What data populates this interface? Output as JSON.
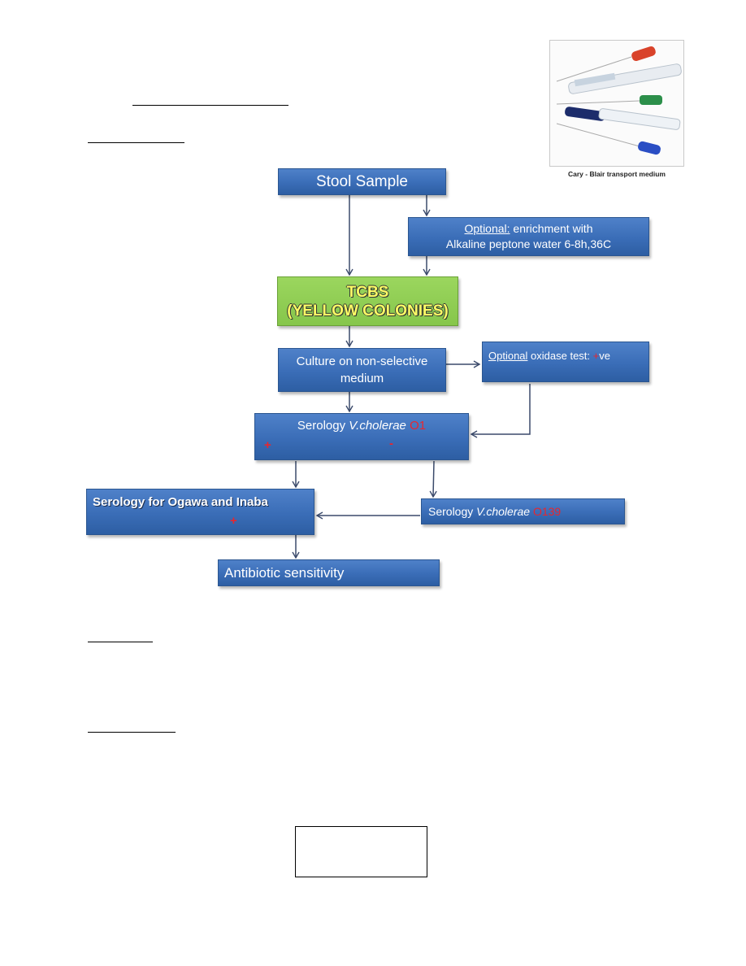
{
  "flow": {
    "stool_sample": "Stool Sample",
    "enrich_optional": "Optional:",
    "enrich_line1_rest": " enrichment with",
    "enrich_line2": "Alkaline peptone water 6-8h,36C",
    "tcbs_line1": "TCBS",
    "tcbs_line2": "(YELLOW COLONIES)",
    "culture_line1": "Culture on non-selective",
    "culture_line2": "medium",
    "oxidase_optional": "Optional",
    "oxidase_text": " oxidase test: ",
    "oxidase_sign": "+",
    "oxidase_suffix": "ve",
    "o1_prefix": "Serology ",
    "o1_species": "V.cholerae",
    "o1_serogroup": "O1",
    "o1_pos": "+",
    "o1_neg": "-",
    "ogawa_label": "Serology for Ogawa and Inaba",
    "ogawa_pos": "+",
    "o139_prefix": "Serology ",
    "o139_species": "V.cholerae",
    "o139_serogroup": "O139",
    "antibiotic": "Antibiotic sensitivity"
  },
  "photo": {
    "caption": "Cary - Blair transport medium"
  },
  "colors": {
    "box_blue": "#3a6db7",
    "box_green": "#92d050",
    "arrow": "#3b4a6b",
    "highlight_red": "#e8262e",
    "tcbs_text": "#ffff66"
  }
}
